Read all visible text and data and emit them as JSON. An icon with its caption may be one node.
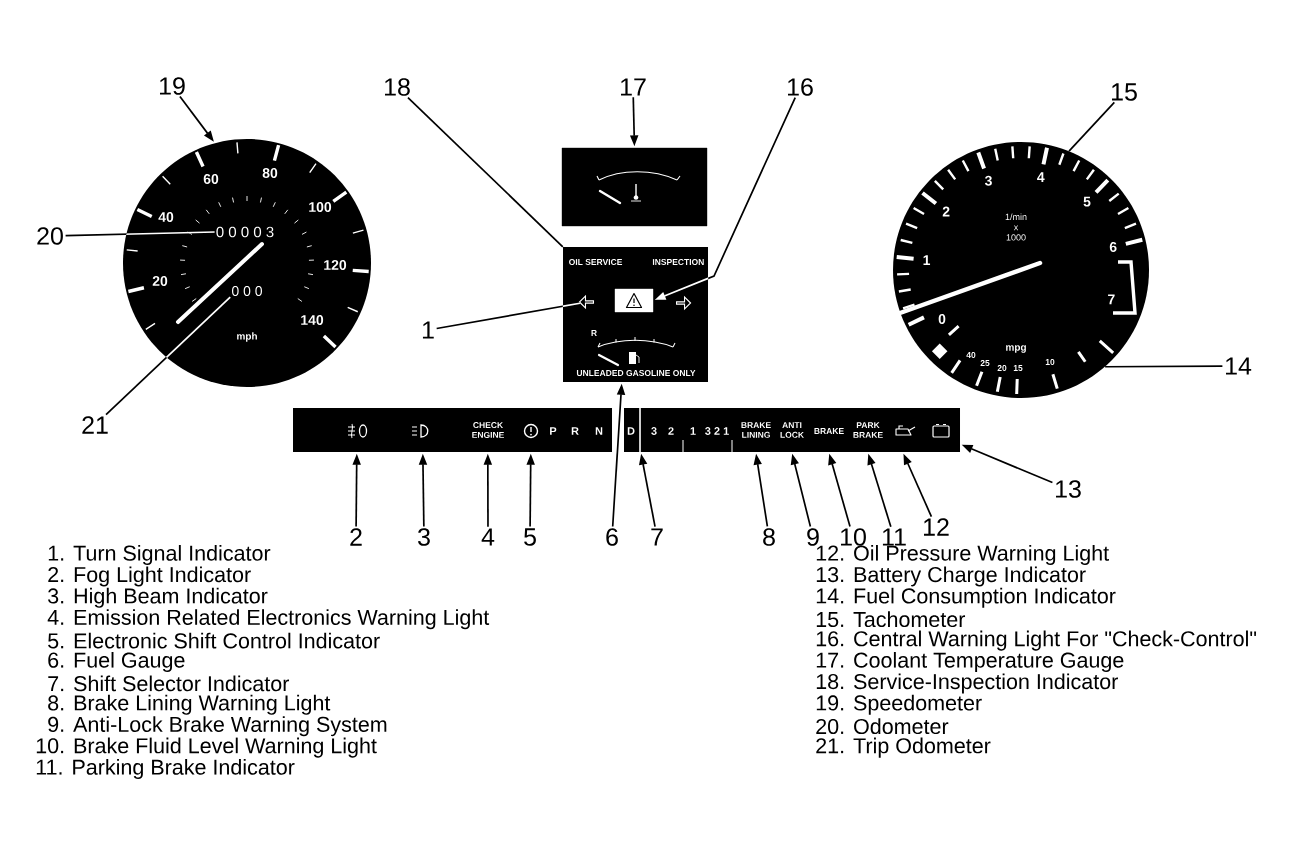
{
  "diagram": {
    "nodes": [
      {
        "text": [
          "19"
        ]
      },
      {
        "text": [
          "18"
        ]
      },
      {
        "text": [
          "17"
        ]
      },
      {
        "text": [
          "16"
        ]
      },
      {
        "text": [
          "15"
        ]
      },
      {
        "text": [],
        "shape": "box"
      },
      {
        "text": [
          "60",
          "80",
          "100",
          "40",
          "120",
          "20",
          "140",
          "mph"
        ]
      },
      {
        "text": [
          "0 0 0 0 3"
        ],
        "in": 6
      },
      {
        "text": [
          "0 0 0"
        ],
        "in": 6
      },
      {
        "text": [
          "20"
        ]
      },
      {
        "text": [
          "OIL SERVICE",
          "INSPECTION",
          "R",
          "UNLEADED GASOLINE ONLY"
        ]
      },
      {
        "text": [],
        "shape": "arrow",
        "in": 10
      },
      {
        "text": [],
        "shape": "box",
        "in": 10
      },
      {
        "text": [
          "0",
          "1",
          "2",
          "3",
          "4",
          "5",
          "6",
          "7",
          "1/min x 1000",
          "mpg",
          "40",
          "25",
          "20",
          "15",
          "10"
        ]
      },
      {
        "text": [
          "1"
        ]
      },
      {
        "text": [
          "14"
        ]
      },
      {
        "text": [
          "21"
        ]
      },
      {
        "text": [
          "CHECK ENGINE",
          "P",
          "R",
          "N"
        ]
      },
      {
        "text": [
          "D",
          "3",
          "2",
          "1",
          "3 2 1",
          "BRAKE LINING",
          "ANTI LOCK",
          "BRAKE",
          "PARK BRAKE"
        ]
      },
      {
        "text": [
          "13"
        ]
      },
      {
        "text": [
          "12"
        ]
      },
      {
        "text": [
          "2"
        ]
      },
      {
        "text": [
          "3"
        ]
      },
      {
        "text": [
          "4"
        ]
      },
      {
        "text": [
          "5"
        ]
      },
      {
        "text": [
          "6"
        ]
      },
      {
        "text": [
          "7"
        ]
      },
      {
        "text": [
          "8"
        ]
      },
      {
        "text": [
          "9"
        ]
      },
      {
        "text": [
          "10"
        ]
      },
      {
        "text": [
          "11"
        ]
      }
    ],
    "edges": [
      {
        "from": 0,
        "to": 6,
        "arrow": "to"
      },
      {
        "from": 1,
        "to": 10,
        "arrow": "none"
      },
      {
        "from": 2,
        "to": 5,
        "arrow": "to"
      },
      {
        "from": 3,
        "to": 12,
        "arrow": "to"
      },
      {
        "from": 4,
        "to": 13,
        "arrow": "none"
      },
      {
        "from": 9,
        "to": 7,
        "arrow": "none"
      },
      {
        "from": 14,
        "to": 11,
        "arrow": "none"
      },
      {
        "from": 15,
        "to": 13,
        "arrow": "none"
      },
      {
        "from": 16,
        "to": 8,
        "arrow": "none"
      },
      {
        "from": 19,
        "to": 18,
        "arrow": "to"
      },
      {
        "from": 20,
        "to": 18,
        "arrow": "to"
      },
      {
        "from": 21,
        "to": 17,
        "arrow": "to"
      },
      {
        "from": 22,
        "to": 17,
        "arrow": "to"
      },
      {
        "from": 23,
        "to": 17,
        "arrow": "to"
      },
      {
        "from": 24,
        "to": 17,
        "arrow": "to"
      },
      {
        "from": 25,
        "to": 10,
        "arrow": "to"
      },
      {
        "from": 26,
        "to": 18,
        "arrow": "to"
      },
      {
        "from": 27,
        "to": 18,
        "arrow": "to"
      },
      {
        "from": 28,
        "to": 18,
        "arrow": "to"
      },
      {
        "from": 29,
        "to": 18,
        "arrow": "to"
      },
      {
        "from": 30,
        "to": 18,
        "arrow": "to"
      }
    ],
    "labels": [
      "1. Turn Signal Indicator",
      "2. Fog Light Indicator",
      "3. High Beam Indicator",
      "4. Emission Related Electronics Warning Light",
      "5. Electronic Shift Control Indicator",
      "6. Fuel Gauge",
      "7. Shift Selector Indicator",
      "8. Brake Lining Warning Light",
      "9. Anti-Lock Brake Warning System",
      "10. Brake Fluid Level Warning Light",
      "11. Parking Brake Indicator",
      "12. Oil Pressure Warning Light",
      "13. Battery Charge Indicator",
      "14. Fuel Consumption Indicator",
      "15. Tachometer",
      "16. Central Warning Light For \"Check-Control\"",
      "17. Coolant Temperature Gauge",
      "18. Service-Inspection Indicator",
      "19. Speedometer",
      "20. Odometer",
      "21. Trip Odometer"
    ]
  }
}
